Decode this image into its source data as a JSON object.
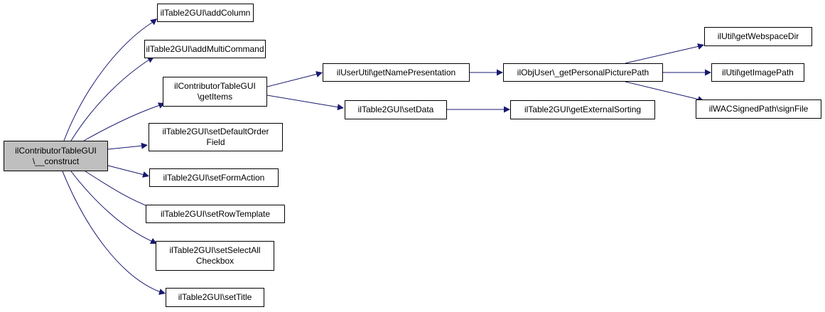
{
  "colors": {
    "edge": "#191970",
    "root_fill": "#bfbfbf",
    "node_fill": "#ffffff",
    "border": "#000000"
  },
  "nodes": {
    "root": {
      "lines": [
        "ilContributorTableGUI",
        "\\__construct"
      ]
    },
    "addColumn": {
      "lines": [
        "ilTable2GUI\\addColumn"
      ]
    },
    "addMulti": {
      "lines": [
        "ilTable2GUI\\addMultiCommand"
      ]
    },
    "getItems": {
      "lines": [
        "ilContributorTableGUI",
        "\\getItems"
      ]
    },
    "defOrder": {
      "lines": [
        "ilTable2GUI\\setDefaultOrder",
        "Field"
      ]
    },
    "formAction": {
      "lines": [
        "ilTable2GUI\\setFormAction"
      ]
    },
    "rowTpl": {
      "lines": [
        "ilTable2GUI\\setRowTemplate"
      ]
    },
    "selectAll": {
      "lines": [
        "ilTable2GUI\\setSelectAll",
        "Checkbox"
      ]
    },
    "setTitle": {
      "lines": [
        "ilTable2GUI\\setTitle"
      ]
    },
    "namePres": {
      "lines": [
        "ilUserUtil\\getNamePresentation"
      ]
    },
    "setData": {
      "lines": [
        "ilTable2GUI\\setData"
      ]
    },
    "picPath": {
      "lines": [
        "ilObjUser\\_getPersonalPicturePath"
      ]
    },
    "extSort": {
      "lines": [
        "ilTable2GUI\\getExternalSorting"
      ]
    },
    "webspace": {
      "lines": [
        "ilUtil\\getWebspaceDir"
      ]
    },
    "imagePath": {
      "lines": [
        "ilUtil\\getImagePath"
      ]
    },
    "signFile": {
      "lines": [
        "ilWACSignedPath\\signFile"
      ]
    }
  }
}
